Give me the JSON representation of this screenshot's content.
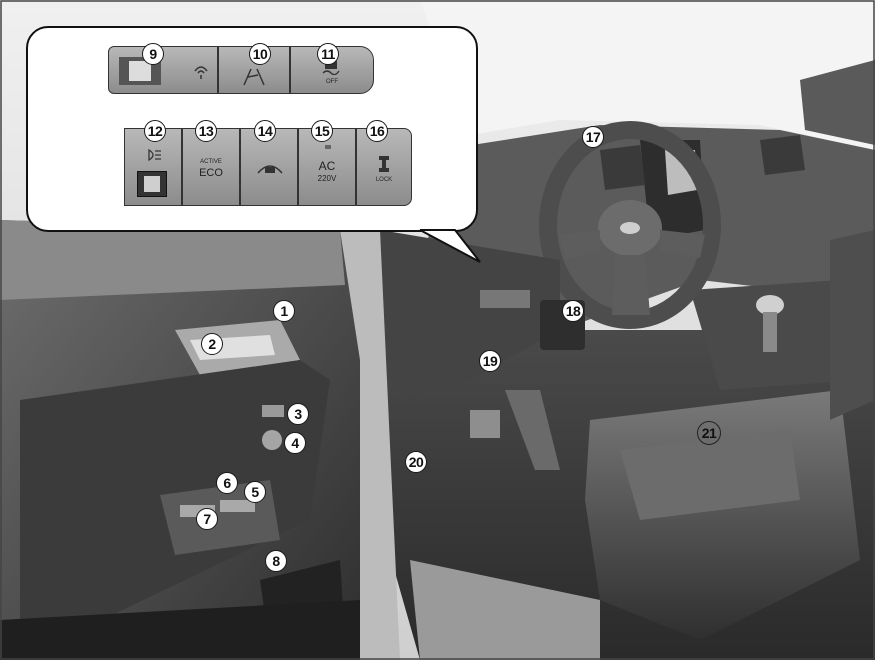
{
  "callouts": {
    "c1": "1",
    "c2": "2",
    "c3": "3",
    "c4": "4",
    "c5": "5",
    "c6": "6",
    "c7": "7",
    "c8": "8",
    "c9": "9",
    "c10": "10",
    "c11": "11",
    "c12": "12",
    "c13": "13",
    "c14": "14",
    "c15": "15",
    "c16": "16",
    "c17": "17",
    "c18": "18",
    "c19": "19",
    "c20": "20",
    "c21": "21"
  },
  "switches": {
    "eco_small": "ACTIVE",
    "eco": "ECO",
    "ac": "AC",
    "volt": "220V",
    "off": "OFF",
    "lock": "LOCK"
  },
  "icons": [
    "mirror-fold-icon",
    "parking-assist-icon",
    "lane-departure-icon",
    "esc-off-icon",
    "headlamp-level-icon",
    "surround-view-icon",
    "4wd-lock-icon"
  ]
}
